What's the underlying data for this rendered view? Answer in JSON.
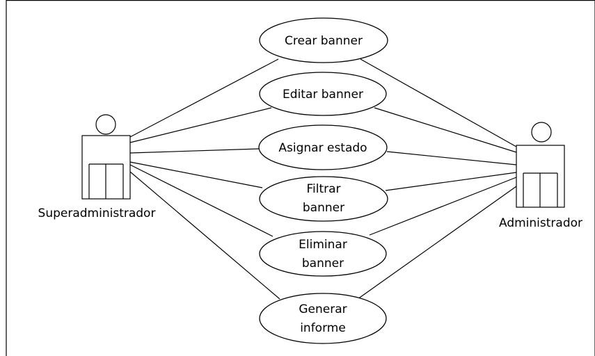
{
  "actors": {
    "superadmin": {
      "name": "Superadministrador"
    },
    "admin": {
      "name": "Administrador"
    }
  },
  "use_cases": [
    {
      "id": "crear",
      "lines": [
        "Crear banner"
      ]
    },
    {
      "id": "editar",
      "lines": [
        "Editar banner"
      ]
    },
    {
      "id": "asignar",
      "lines": [
        "Asignar estado"
      ]
    },
    {
      "id": "filtrar",
      "lines": [
        "Filtrar",
        "banner"
      ]
    },
    {
      "id": "eliminar",
      "lines": [
        "Eliminar",
        "banner"
      ]
    },
    {
      "id": "generar",
      "lines": [
        "Generar",
        "informe"
      ]
    }
  ],
  "associations": {
    "superadmin": [
      "crear",
      "editar",
      "asignar",
      "filtrar",
      "eliminar",
      "generar"
    ],
    "admin": [
      "crear",
      "editar",
      "asignar",
      "filtrar",
      "eliminar",
      "generar"
    ]
  }
}
